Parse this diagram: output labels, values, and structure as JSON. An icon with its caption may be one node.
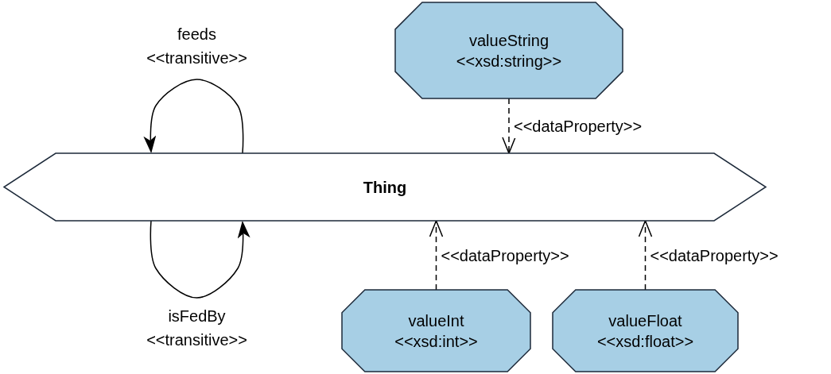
{
  "diagram": {
    "nodes": [
      {
        "text": [
          "valueString",
          "<<xsd:string>>"
        ]
      },
      {
        "text": [
          "Thing"
        ]
      },
      {
        "text": [
          "valueInt",
          "<<xsd:int>>"
        ]
      },
      {
        "text": [
          "valueFloat",
          "<<xsd:float>>"
        ]
      }
    ],
    "edges": [
      {
        "from": 0,
        "to": 1,
        "arrow": "to",
        "style": "dashed",
        "label": "<<dataProperty>>"
      },
      {
        "from": 1,
        "to": 1,
        "arrow": "to",
        "label": "feeds <<transitive>>"
      },
      {
        "from": 1,
        "to": 1,
        "arrow": "to",
        "label": "isFedBy <<transitive>>"
      },
      {
        "from": 2,
        "to": 1,
        "arrow": "to",
        "style": "dashed",
        "label": "<<dataProperty>>"
      },
      {
        "from": 3,
        "to": 1,
        "arrow": "to",
        "style": "dashed",
        "label": "<<dataProperty>>"
      }
    ]
  }
}
